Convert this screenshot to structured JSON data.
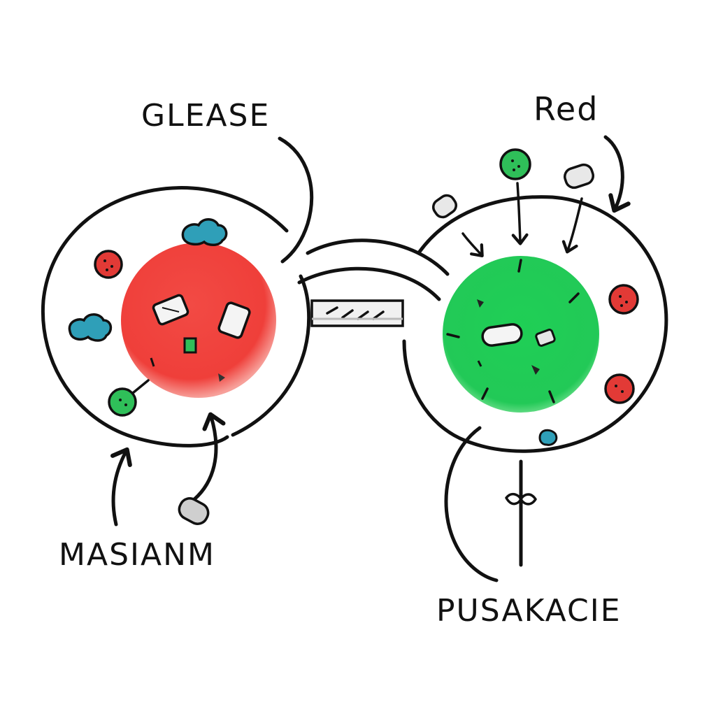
{
  "labels": {
    "top_left": "GLEASE",
    "top_right": "Red",
    "bottom_left": "MASIANM",
    "bottom_right": "PUSAKACIE"
  },
  "colors": {
    "ink": "#111111",
    "left_nucleus": "#f2403c",
    "right_nucleus": "#22c957",
    "red_particle": "#e23a36",
    "green_particle": "#2fbf59",
    "teal_particle": "#2f9fb8",
    "grey_capsule": "#d9d9d9"
  },
  "icons": {
    "left_cell": "cell-icon",
    "right_cell": "cell-icon",
    "bridge": "channel-icon"
  }
}
